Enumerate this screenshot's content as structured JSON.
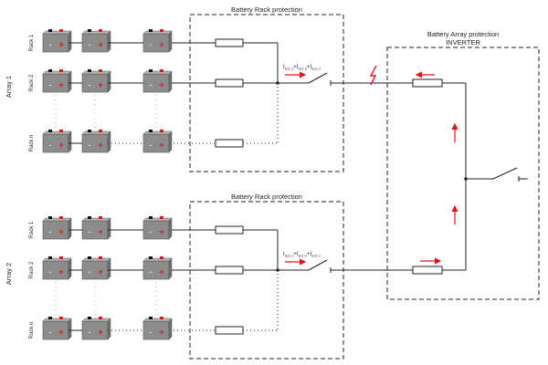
{
  "diagram": {
    "array1_label": "Array 1",
    "array2_label": "Array 2",
    "rack_labels_array1": [
      "Rack 1",
      "Rack 2",
      "Rack n"
    ],
    "rack_labels_array2": [
      "Rack 1",
      "Rack 2",
      "Rack n"
    ],
    "rack_protection_label_1": "Battery Rack protection",
    "rack_protection_label_2": "Battery Rack protection",
    "array_protection_label": "Battery Array protection",
    "inverter_label": "INVERTER",
    "current_label_1": {
      "p1": "I",
      "s1": "sc1.1",
      "p2": "+I",
      "s2": "sc1.2",
      "p3": "+I",
      "s3": "sc1.n"
    },
    "current_label_2": {
      "p1": "I",
      "s1": "sc2.1",
      "p2": "+I",
      "s2": "sc2.2",
      "p3": "+I",
      "s3": "sc2.n"
    },
    "battery_minus": "-",
    "battery_plus": "+"
  },
  "colors": {
    "battery_body": "#8c8c8c",
    "battery_top": "#b5b5b5",
    "terminal_pos": "#e0141a",
    "terminal_neg": "#111111",
    "arrow": "#e0141a",
    "wire": "#222222"
  }
}
